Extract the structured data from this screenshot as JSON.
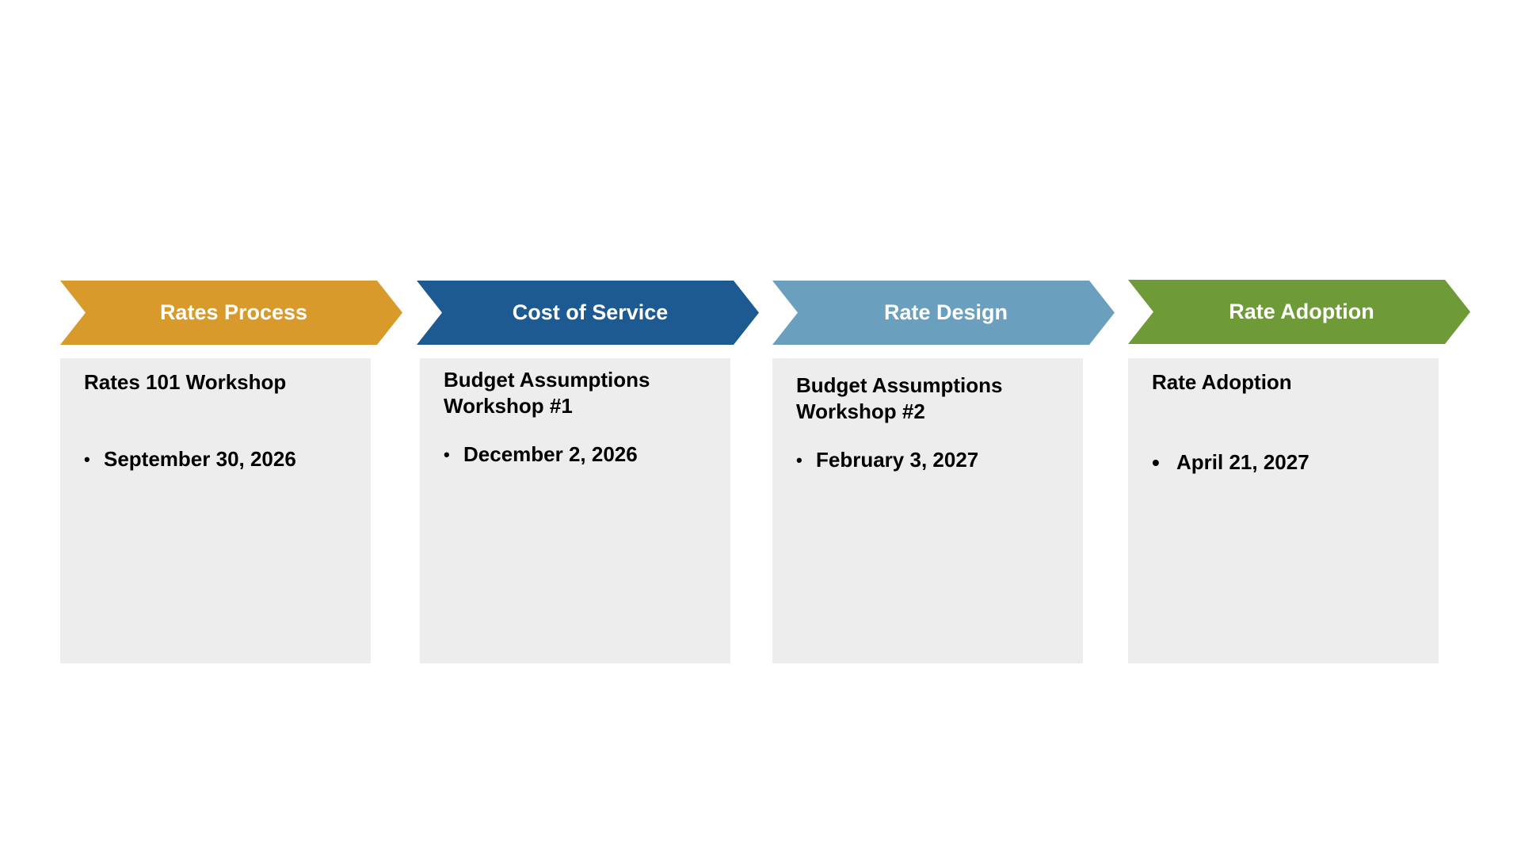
{
  "stages": [
    {
      "label": "Rates Process",
      "color": "#d89a2b",
      "card": {
        "title": "Rates 101 Workshop",
        "items": [
          "September 30, 2026"
        ]
      }
    },
    {
      "label": "Cost of Service",
      "color": "#1c5a91",
      "card": {
        "title": "Budget Assumptions Workshop #1",
        "items": [
          "December 2, 2026"
        ]
      }
    },
    {
      "label": "Rate Design",
      "color": "#6aa0bd",
      "card": {
        "title": "Budget Assumptions Workshop #2",
        "items": [
          "February 3, 2027"
        ]
      }
    },
    {
      "label": "Rate Adoption",
      "color": "#6e9a38",
      "card": {
        "title": "Rate Adoption",
        "items": [
          "April 21, 2027"
        ]
      }
    }
  ]
}
